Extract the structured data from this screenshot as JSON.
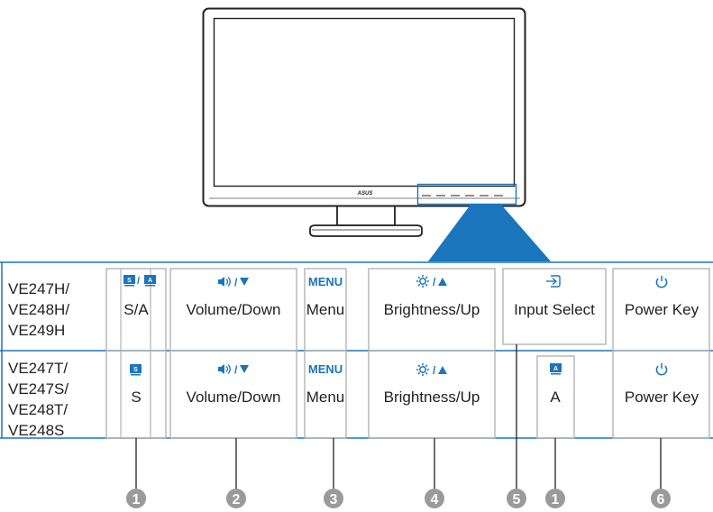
{
  "monitor": {
    "brand_logo": "ASUS"
  },
  "rows": [
    {
      "models": [
        "VE247H/",
        "VE248H/",
        "VE249H"
      ],
      "sa_label": "S/A",
      "volume_label": "Volume/Down",
      "menu_label": "Menu",
      "menu_icon_text": "MENU",
      "brightness_label": "Brightness/Up",
      "input_label": "Input Select",
      "power_label": "Power Key"
    },
    {
      "models": [
        "VE247T/",
        "VE247S/",
        "VE248T/",
        "VE248S"
      ],
      "s_label": "S",
      "volume_label": "Volume/Down",
      "menu_label": "Menu",
      "menu_icon_text": "MENU",
      "brightness_label": "Brightness/Up",
      "a_label": "A",
      "power_label": "Power Key"
    }
  ],
  "icons": {
    "s_badge": "S",
    "a_badge": "A",
    "slash": "/",
    "sa_icon": "splendid-autoadjust-icon",
    "volume_icon": "speaker-down-arrow-icon",
    "menu_icon": "menu-text-icon",
    "brightness_icon": "sun-up-arrow-icon",
    "input_icon": "input-arrow-icon",
    "power_icon": "power-icon"
  },
  "callouts": [
    "1",
    "2",
    "3",
    "4",
    "5",
    "1",
    "6"
  ],
  "colors": {
    "accent_blue": "#1a75bc",
    "callout_gray": "#9a9a9a",
    "border_blue": "#1a75bc",
    "button_border": "#b3b3b3"
  }
}
